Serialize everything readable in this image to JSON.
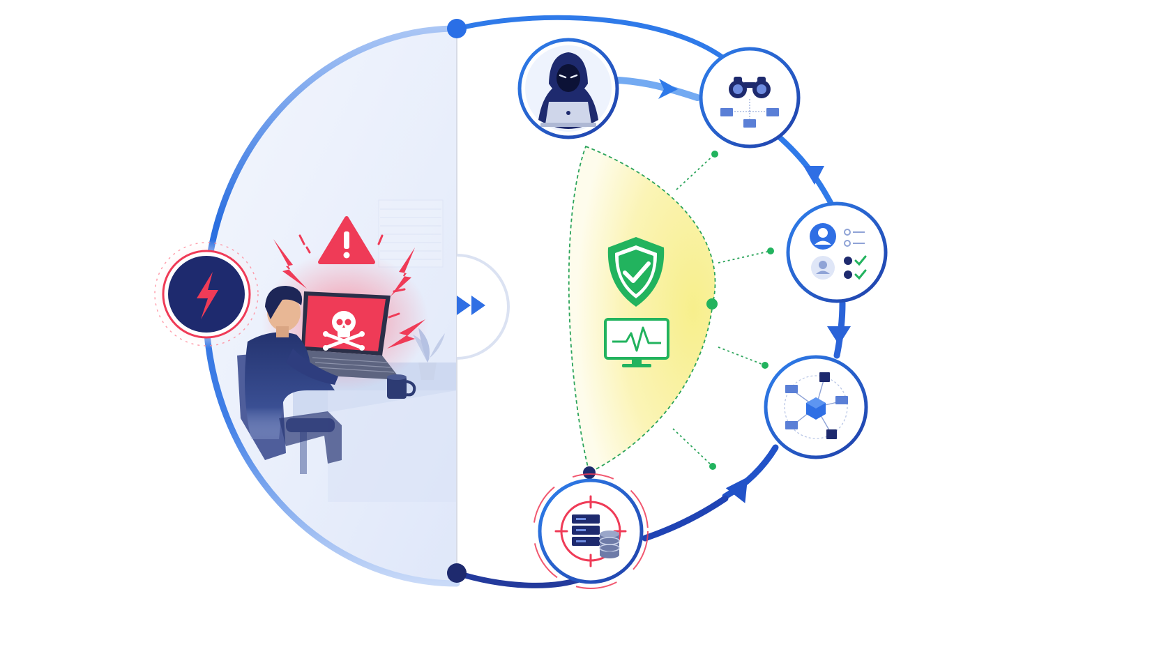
{
  "diagram": {
    "kind": "attack-lifecycle",
    "left_panel": {
      "scene": "compromised-workstation",
      "icons": [
        "lightning-icon",
        "warning-icon",
        "skull-crossbones-icon",
        "lightning-bolt-icon",
        "coffee-mug-icon",
        "plant-icon"
      ],
      "colors": {
        "alert": "#ef3b57",
        "arc": "#2b6fe0",
        "navy": "#1e2a6e"
      }
    },
    "divider": {
      "icon": "fast-forward-icon"
    },
    "defense_zone": {
      "icons": [
        "shield-check-icon",
        "monitor-heartbeat-icon"
      ],
      "colors": {
        "fill": "#fbf3a8",
        "accent": "#22b35e"
      }
    },
    "stages": [
      {
        "id": "attacker",
        "icon": "hooded-hacker-icon"
      },
      {
        "id": "reconnaissance",
        "icon": "binoculars-network-icon"
      },
      {
        "id": "credential-access",
        "icon": "user-accounts-checklist-icon"
      },
      {
        "id": "lateral-movement",
        "icon": "network-topology-icon"
      },
      {
        "id": "target",
        "icon": "server-database-target-icon"
      }
    ]
  }
}
